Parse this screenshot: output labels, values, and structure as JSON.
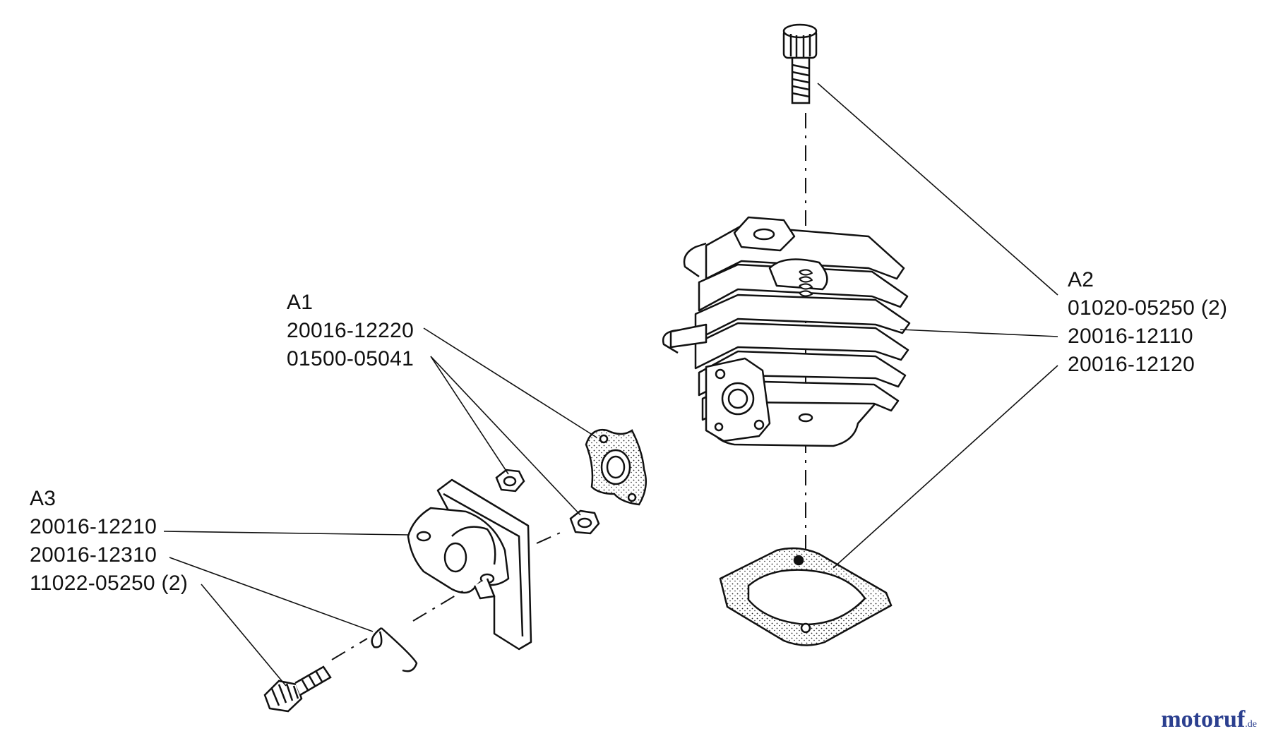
{
  "groups": {
    "a1": {
      "title": "A1",
      "parts": [
        "20016-12220",
        "01500-05041"
      ]
    },
    "a2": {
      "title": "A2",
      "parts": [
        "01020-05250 (2)",
        "20016-12110",
        "20016-12120"
      ]
    },
    "a3": {
      "title": "A3",
      "parts": [
        "20016-12210",
        "20016-12310",
        "11022-05250 (2)"
      ]
    }
  },
  "watermark": {
    "main": "motoruf",
    "suffix": ".de"
  },
  "colors": {
    "line": "#111111",
    "background": "#ffffff",
    "watermark_blue": "#2b3f8f",
    "watermark_red": "#c0392b"
  }
}
